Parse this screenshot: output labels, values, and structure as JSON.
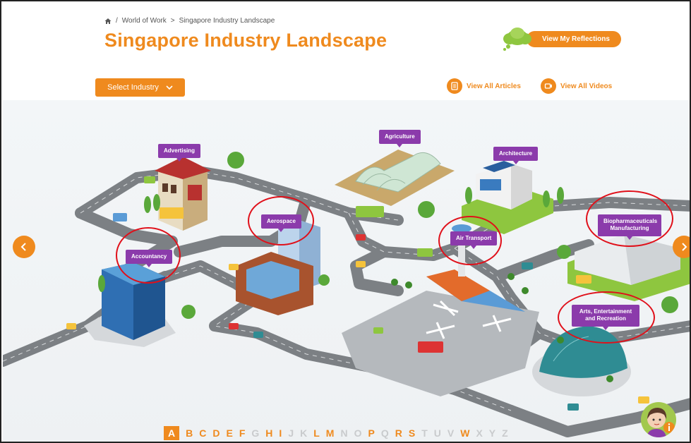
{
  "header": {
    "breadcrumb": [
      "World of Work",
      "Singapore Industry Landscape"
    ],
    "breadcrumb_sep": "/",
    "breadcrumb_sep2": ">",
    "title": "Singapore Industry Landscape",
    "reflections_label": "View My Reflections"
  },
  "toolbar": {
    "select_industry": "Select Industry",
    "view_articles": "View All Articles",
    "view_videos": "View All Videos"
  },
  "map": {
    "labels": [
      "Advertising",
      "Agriculture",
      "Architecture",
      "Aerospace",
      "Air Transport",
      "Accountancy",
      "Biopharmaceuticals Manufacturing",
      "Arts, Entertainment and Recreation"
    ],
    "highlighted": [
      "Aerospace",
      "Air Transport",
      "Accountancy",
      "Biopharmaceuticals Manufacturing",
      "Arts, Entertainment and Recreation"
    ]
  },
  "alphabet": {
    "letters": [
      "A",
      "B",
      "C",
      "D",
      "E",
      "F",
      "G",
      "H",
      "I",
      "J",
      "K",
      "L",
      "M",
      "N",
      "O",
      "P",
      "Q",
      "R",
      "S",
      "T",
      "U",
      "V",
      "W",
      "X",
      "Y",
      "Z"
    ],
    "selected": "A",
    "available": [
      "B",
      "C",
      "D",
      "E",
      "F",
      "H",
      "I",
      "L",
      "M",
      "P",
      "R",
      "S",
      "W"
    ]
  },
  "colors": {
    "accent": "#ef8a1e",
    "label": "#8b3bab",
    "highlight_circle": "#e0101a",
    "road": "#7c8084",
    "grass": "#8ec63f"
  },
  "icons": {
    "home": "home-icon",
    "reflections": "thought-cloud-icon",
    "articles": "articles-icon",
    "videos": "video-icon",
    "prev": "chevron-left-icon",
    "next": "chevron-right-icon",
    "help": "avatar-info-icon"
  }
}
